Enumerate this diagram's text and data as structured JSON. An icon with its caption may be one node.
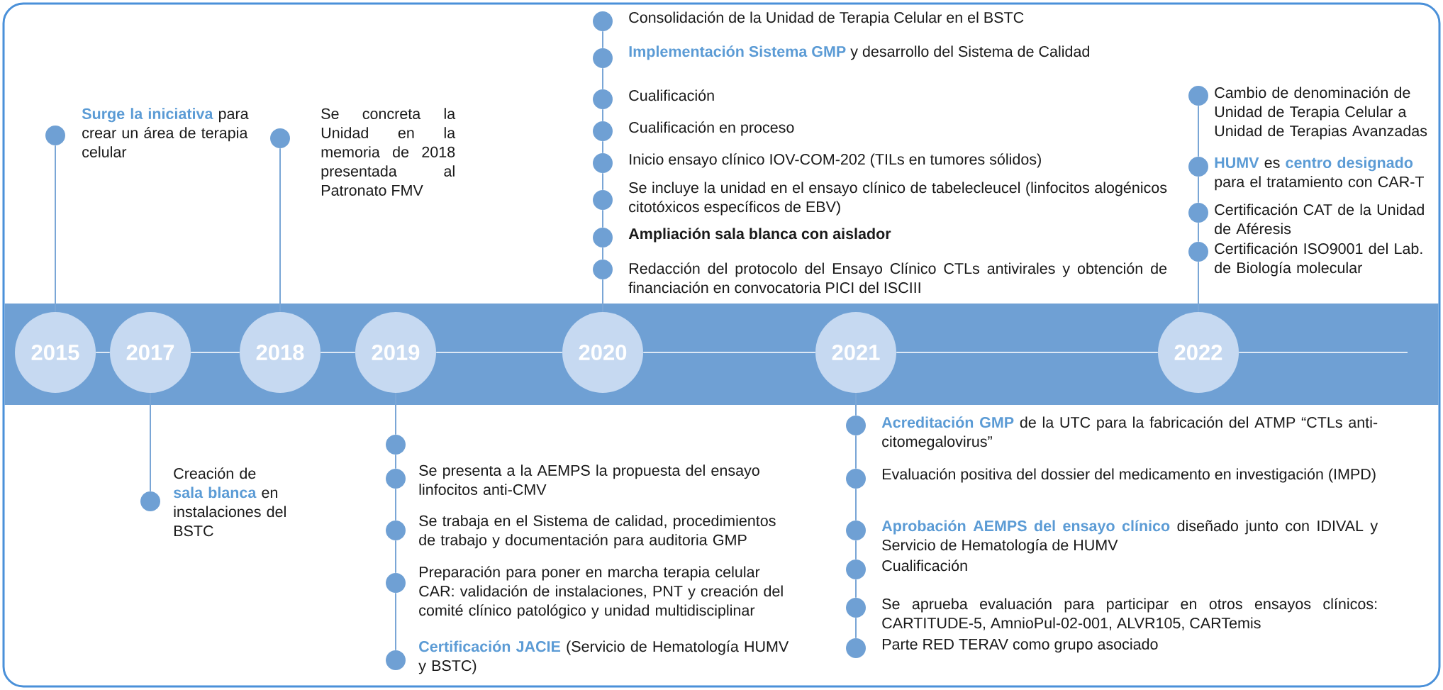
{
  "diagram": {
    "nodes": [
      {
        "text": [
          "2015"
        ]
      },
      {
        "text": [
          "2017"
        ]
      },
      {
        "text": [
          "2018"
        ]
      },
      {
        "text": [
          "2019"
        ]
      },
      {
        "text": [
          "2020"
        ]
      },
      {
        "text": [
          "2021"
        ]
      },
      {
        "text": [
          "2022"
        ]
      },
      {
        "text": [],
        "shape": "circle",
        "beside": [
          "**Surge la iniciativa** para crear un área de terapia celular"
        ]
      },
      {
        "text": [],
        "shape": "circle",
        "beside": [
          "Creación de **sala blanca** en instalaciones del BSTC"
        ]
      },
      {
        "text": [],
        "shape": "circle",
        "beside": [
          "Se concreta la Unidad en la memoria de 2018 presentada al Patronato FMV"
        ]
      },
      {
        "text": [],
        "shape": "circle"
      },
      {
        "text": [],
        "shape": "circle",
        "beside": [
          "Se presenta a la AEMPS la propuesta del ensayo linfocitos anti-CMV"
        ]
      },
      {
        "text": [],
        "shape": "circle",
        "beside": [
          "Se trabaja en el Sistema de calidad, procedimientos de trabajo y documentación para auditoria GMP"
        ]
      },
      {
        "text": [],
        "shape": "circle",
        "beside": [
          "Preparación para poner en marcha terapia celular CAR: validación de instalaciones, PNT y creación del comité clínico patológico y unidad multidisciplinar"
        ]
      },
      {
        "text": [],
        "shape": "circle",
        "beside": [
          "**Certificación JACIE** (Servicio de Hematología HUMV y BSTC)"
        ]
      },
      {
        "text": [],
        "shape": "circle",
        "beside": [
          "Consolidación de la Unidad de Terapia Celular en el BSTC"
        ]
      },
      {
        "text": [],
        "shape": "circle",
        "beside": [
          "**Implementación Sistema GMP** y desarrollo del Sistema de Calidad"
        ]
      },
      {
        "text": [],
        "shape": "circle",
        "beside": [
          "Cualificación"
        ]
      },
      {
        "text": [],
        "shape": "circle",
        "beside": [
          "Cualificación en proceso"
        ]
      },
      {
        "text": [],
        "shape": "circle",
        "beside": [
          "Inicio ensayo clínico IOV-COM-202 (TILs en tumores sólidos)"
        ]
      },
      {
        "text": [],
        "shape": "circle",
        "beside": [
          "Se incluye la unidad en el ensayo clínico de tabelecleucel (linfocitos alogénicos citotóxicos específicos de EBV)"
        ]
      },
      {
        "text": [],
        "shape": "circle",
        "beside": [
          "Ampliación sala blanca con aislador"
        ]
      },
      {
        "text": [],
        "shape": "circle",
        "beside": [
          "Redacción del protocolo del Ensayo Clínico CTLs antivirales y obtención de financiación en convocatoria PICI del ISCIII"
        ]
      },
      {
        "text": [],
        "shape": "circle",
        "beside": [
          "**Acreditación GMP** de la UTC para la fabricación del ATMP “CTLs anti-citomegalovirus”"
        ]
      },
      {
        "text": [],
        "shape": "circle",
        "beside": [
          "Evaluación positiva del dossier del medicamento en investigación (IMPD)"
        ]
      },
      {
        "text": [],
        "shape": "circle",
        "beside": [
          "**Aprobación AEMPS del ensayo clínico** diseñado junto con IDIVAL y Servicio de Hematología de HUMV"
        ]
      },
      {
        "text": [],
        "shape": "circle",
        "beside": [
          "Cualificación"
        ]
      },
      {
        "text": [],
        "shape": "circle",
        "beside": [
          "Se aprueba evaluación para participar en otros ensayos clínicos: CARTITUDE-5, AmnioPul-02-001, ALVR105, CARTemis"
        ]
      },
      {
        "text": [],
        "shape": "circle",
        "beside": [
          "Parte RED TERAV como grupo asociado"
        ]
      },
      {
        "text": [],
        "shape": "circle",
        "beside": [
          "Cambio de denominación de Unidad de Terapia Celular a Unidad de Terapias Avanzadas"
        ]
      },
      {
        "text": [],
        "shape": "circle",
        "beside": [
          "**HUMV** es **centro designado** para el tratamiento con CAR-T"
        ]
      },
      {
        "text": [],
        "shape": "circle",
        "beside": [
          "Certificación CAT de la Unidad de Aféresis"
        ]
      },
      {
        "text": [],
        "shape": "circle",
        "beside": [
          "Certificación ISO9001 del Lab. de Biología molecular"
        ]
      }
    ],
    "edges": [
      {
        "from": 0,
        "to": 1,
        "arrow": "none",
        "color": "#dde8f5"
      },
      {
        "from": 1,
        "to": 2,
        "arrow": "none",
        "color": "#dde8f5"
      },
      {
        "from": 2,
        "to": 3,
        "arrow": "none",
        "color": "#dde8f5"
      },
      {
        "from": 3,
        "to": 4,
        "arrow": "none",
        "color": "#dde8f5"
      },
      {
        "from": 4,
        "to": 5,
        "arrow": "none",
        "color": "#dde8f5"
      },
      {
        "from": 5,
        "to": 6,
        "arrow": "none",
        "color": "#dde8f5"
      },
      {
        "from": 6,
        "to": null,
        "arrow": "none",
        "color": "#dde8f5"
      },
      {
        "from": 0,
        "to": 7,
        "arrow": "none"
      },
      {
        "from": 1,
        "to": 8,
        "arrow": "none"
      },
      {
        "from": 2,
        "to": 9,
        "arrow": "none"
      },
      {
        "from": 3,
        "to": 10,
        "arrow": "none"
      },
      {
        "from": 10,
        "to": 11,
        "arrow": "none"
      },
      {
        "from": 11,
        "to": 12,
        "arrow": "none"
      },
      {
        "from": 12,
        "to": 13,
        "arrow": "none"
      },
      {
        "from": 13,
        "to": 14,
        "arrow": "none"
      },
      {
        "from": 4,
        "to": 22,
        "arrow": "none"
      },
      {
        "from": 22,
        "to": 21,
        "arrow": "none"
      },
      {
        "from": 21,
        "to": 20,
        "arrow": "none"
      },
      {
        "from": 20,
        "to": 19,
        "arrow": "none"
      },
      {
        "from": 19,
        "to": 18,
        "arrow": "none"
      },
      {
        "from": 18,
        "to": 17,
        "arrow": "none"
      },
      {
        "from": 17,
        "to": 16,
        "arrow": "none"
      },
      {
        "from": 16,
        "to": 15,
        "arrow": "none"
      },
      {
        "from": 5,
        "to": 23,
        "arrow": "none"
      },
      {
        "from": 23,
        "to": 24,
        "arrow": "none"
      },
      {
        "from": 24,
        "to": 25,
        "arrow": "none"
      },
      {
        "from": 25,
        "to": 26,
        "arrow": "none"
      },
      {
        "from": 26,
        "to": 27,
        "arrow": "none"
      },
      {
        "from": 27,
        "to": 28,
        "arrow": "none"
      },
      {
        "from": 6,
        "to": 32,
        "arrow": "none"
      },
      {
        "from": 32,
        "to": 31,
        "arrow": "none"
      },
      {
        "from": 31,
        "to": 30,
        "arrow": "none"
      },
      {
        "from": 30,
        "to": 29,
        "arrow": "none"
      }
    ]
  }
}
